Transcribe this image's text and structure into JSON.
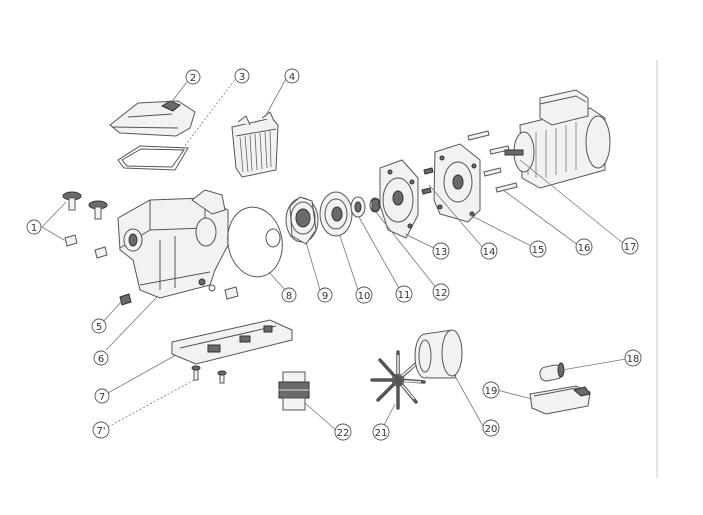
{
  "callouts": [
    "1",
    "2",
    "3",
    "4",
    "5",
    "6",
    "7",
    "7'",
    "8",
    "9",
    "10",
    "11",
    "12",
    "13",
    "14",
    "15",
    "16",
    "17",
    "18",
    "19",
    "20",
    "21",
    "22"
  ]
}
